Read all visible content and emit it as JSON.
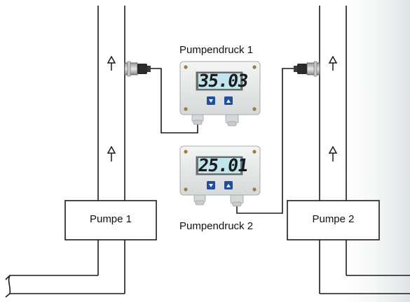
{
  "pumps": [
    {
      "id": "pumpe-1",
      "label": "Pumpe 1"
    },
    {
      "id": "pumpe-2",
      "label": "Pumpe 2"
    }
  ],
  "gauges": [
    {
      "id": "gauge-1",
      "caption": "Pumpendruck 1",
      "display": "35.03"
    },
    {
      "id": "gauge-2",
      "caption": "Pumpendruck 2",
      "display": "25.01"
    }
  ],
  "colors": {
    "line": "#1a1a1a",
    "housing": "#e8eaea",
    "lcd": "#bfe6ec",
    "button": "#1e4fa3",
    "background_right": "#e9ecec"
  },
  "icons": [
    "flow-arrow-up-icon",
    "pressure-sensor-icon",
    "digital-display-icon",
    "up-button-icon",
    "down-button-icon"
  ]
}
